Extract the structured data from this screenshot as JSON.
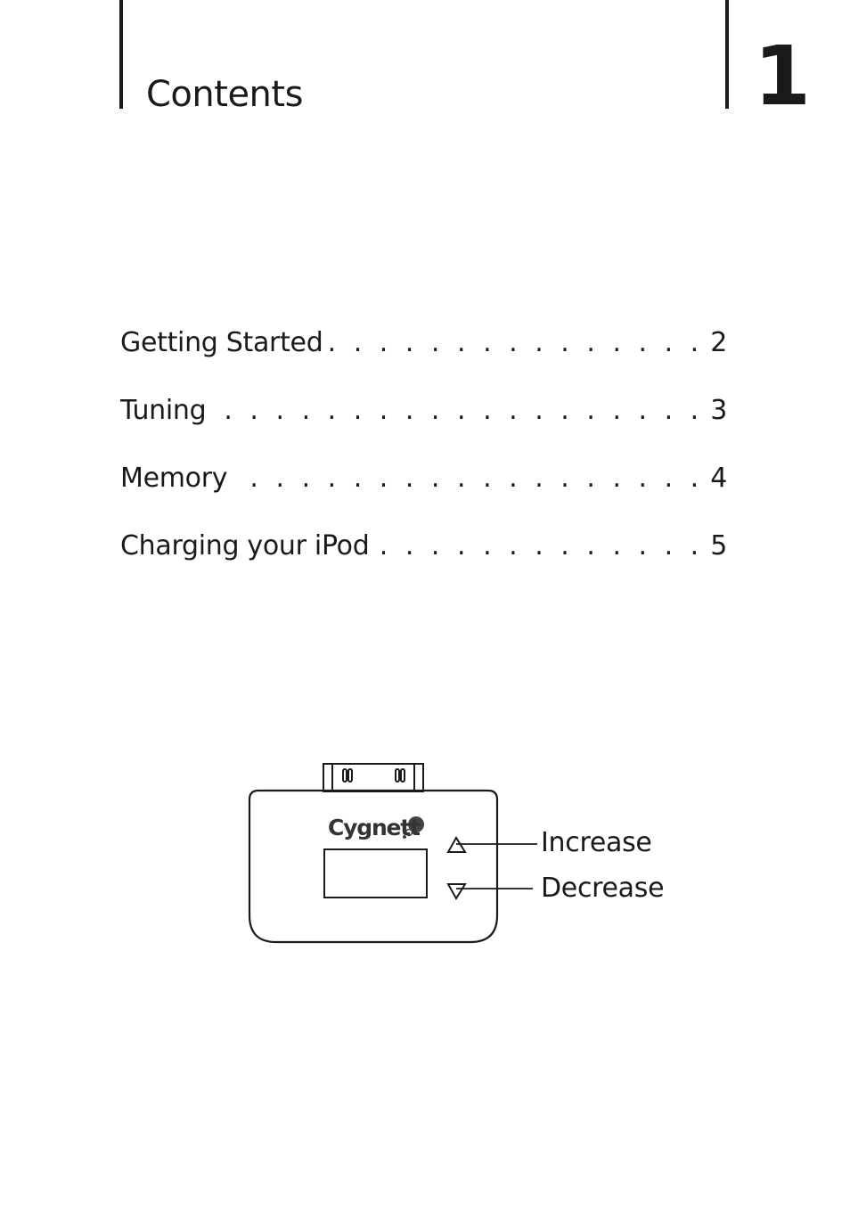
{
  "header": {
    "title": "Contents",
    "page_number": "1"
  },
  "toc": {
    "items": [
      {
        "label": "Getting Started",
        "page": "2"
      },
      {
        "label": "Tuning",
        "page": "3"
      },
      {
        "label": "Memory",
        "page": "4"
      },
      {
        "label": "Charging your iPod",
        "page": "5"
      }
    ]
  },
  "diagram": {
    "brand": "Cygnett",
    "increase_label": "Increase",
    "decrease_label": "Decrease",
    "icons": [
      "increase-triangle-icon",
      "decrease-triangle-icon",
      "brand-dot-icon"
    ]
  }
}
